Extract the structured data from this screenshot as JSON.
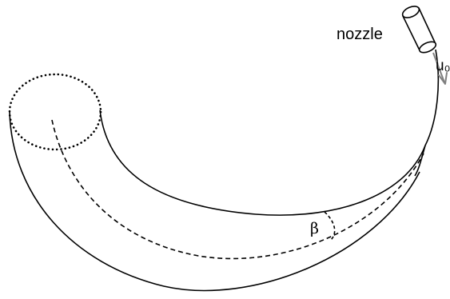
{
  "labels": {
    "nozzle": "nozzle",
    "velocity": "u₀",
    "angle": "β"
  },
  "colors": {
    "line": "#000000",
    "velocity_arrow": "#808080",
    "background": "#ffffff"
  }
}
